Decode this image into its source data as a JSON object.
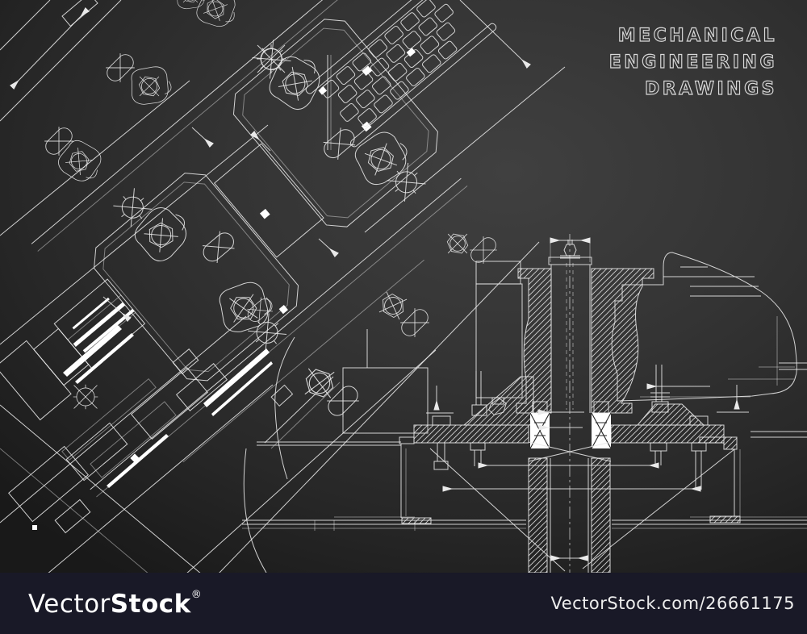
{
  "title_block": {
    "lines": [
      "MECHANICAL",
      "ENGINEERING",
      "DRAWINGS"
    ]
  },
  "watermark": {
    "logo_prefix": "Vector",
    "logo_suffix": "Stock",
    "registered_mark": "®",
    "url_text": "VectorStock.com/26661175"
  },
  "palette": {
    "background_center": "#3f3f3f",
    "background_edge": "#1a1a1a",
    "line": "#e9e9e9",
    "bright": "#ffffff",
    "footer_bar": "#191927",
    "title_outline": "#d9d9d9"
  },
  "drawing": {
    "style": "mechanical engineering blueprint line art on black",
    "symbols": [
      "hex-bolt-icon",
      "bolt-hole-cross-icon",
      "slotted-hole-cross-icon",
      "dimension-arrow-icon",
      "center-line-icon",
      "section-hatch-icon"
    ],
    "views": [
      "angled-spindle-assembly-plan",
      "gear-stack-detail",
      "lower-spindle-detail",
      "vertical-spindle-section-elevation"
    ]
  }
}
